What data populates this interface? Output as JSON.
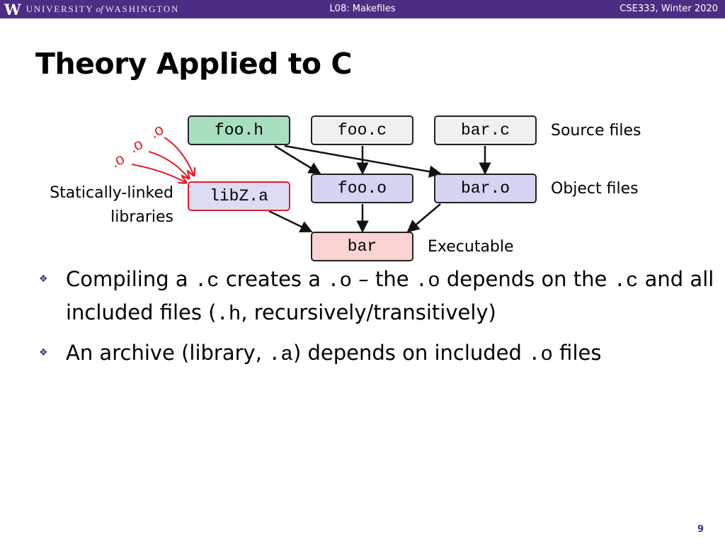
{
  "header": {
    "logo_w": "W",
    "logo_university": "UNIVERSITY",
    "logo_of": "of",
    "logo_washington": "WASHINGTON",
    "lecture": "L08: Makefiles",
    "course": "CSE333, Winter 2020"
  },
  "title": "Theory Applied to C",
  "diagram": {
    "nodes": {
      "foo_h": "foo.h",
      "foo_c": "foo.c",
      "bar_c": "bar.c",
      "libz_a": "libZ.a",
      "foo_o": "foo.o",
      "bar_o": "bar.o",
      "bar": "bar"
    },
    "labels": {
      "source": "Source files",
      "object": "Object files",
      "executable": "Executable",
      "static_line1": "Statically-linked",
      "static_line2": "libraries"
    },
    "annotations": [
      ".o",
      ".o",
      ".o"
    ],
    "colors": {
      "header_fill": "#a9dfc1",
      "source_fill": "#f0f0f0",
      "object_fill": "#d5d4f3",
      "library_border": "#e0202a",
      "executable_fill": "#fbd3d3",
      "annotation": "#e0202a"
    }
  },
  "bullets": {
    "b1": {
      "t1": "Compiling a ",
      "c1": ".c",
      "t2": " creates a ",
      "c2": ".o",
      "t3": " – the ",
      "c3": ".o",
      "t4": " depends on the ",
      "c4": ".c",
      "t5": " and all included files (",
      "c5": ".h",
      "t6": ", recursively/transitively)"
    },
    "b2": {
      "t1": "An archive (library, ",
      "c1": ".a",
      "t2": ") depends on included ",
      "c2": ".o",
      "t3": " files"
    },
    "marker": "❖"
  },
  "page_number": "9"
}
